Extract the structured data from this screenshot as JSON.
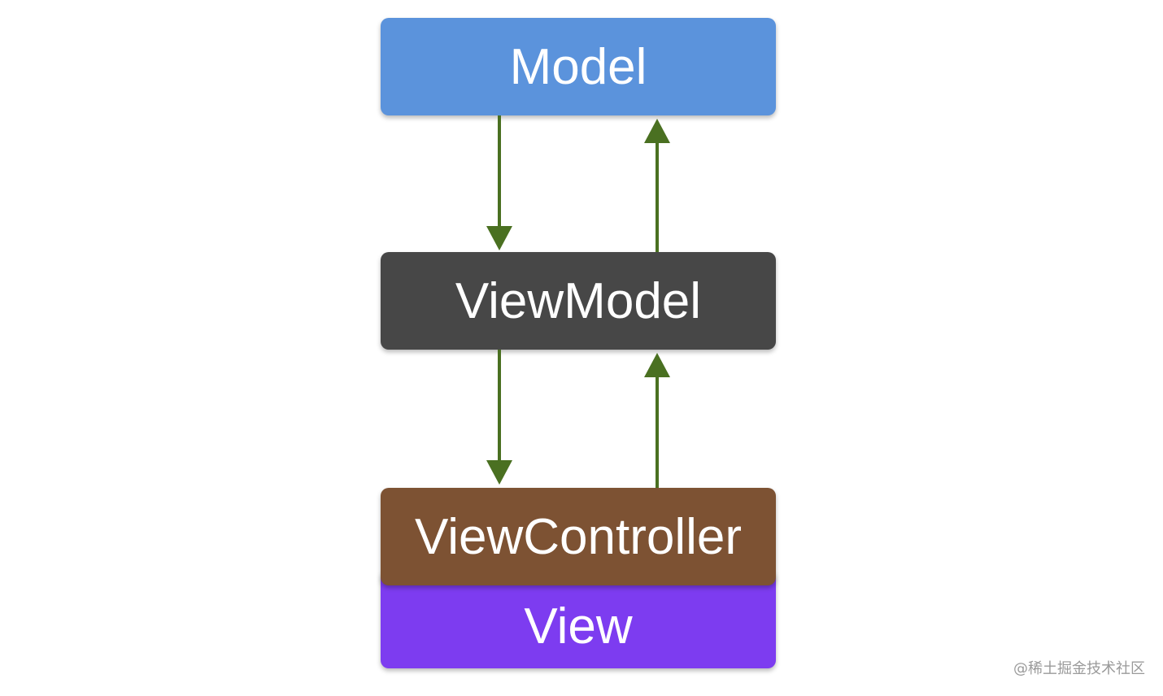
{
  "diagram": {
    "nodes": [
      {
        "id": "model",
        "label": "Model",
        "color": "#5b93dc"
      },
      {
        "id": "viewmodel",
        "label": "ViewModel",
        "color": "#474747"
      },
      {
        "id": "viewcontroller",
        "label": "ViewController",
        "color": "#7d5233"
      },
      {
        "id": "view",
        "label": "View",
        "color": "#7d3cf0"
      }
    ],
    "edges": [
      {
        "from": "model",
        "to": "viewmodel"
      },
      {
        "from": "viewmodel",
        "to": "model"
      },
      {
        "from": "viewmodel",
        "to": "viewcontroller"
      },
      {
        "from": "viewcontroller",
        "to": "viewmodel"
      }
    ],
    "arrow_color": "#4a7021"
  },
  "watermark": "@稀土掘金技术社区"
}
